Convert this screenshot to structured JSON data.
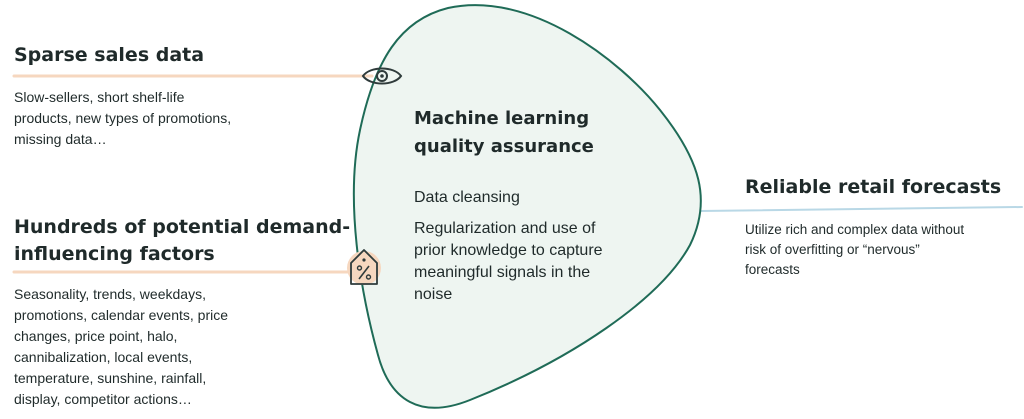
{
  "colors": {
    "blob_fill": "#eef5f1",
    "blob_stroke": "#1f6b57",
    "left_connector": "#f6d7bf",
    "right_connector": "#b9d8e6",
    "icon_bg": "#f6d7bf",
    "icon_stroke": "#2f3b3b",
    "text": "#1f2a2a"
  },
  "icons": [
    "eye-icon",
    "percent-tag-icon"
  ],
  "left_top": {
    "heading": "Sparse sales data",
    "lines": [
      "Slow-sellers, short shelf-life",
      "products,  new types of promotions,",
      "missing data…"
    ]
  },
  "left_bottom": {
    "heading_lines": [
      "Hundreds of potential demand-",
      "influencing factors"
    ],
    "lines": [
      "Seasonality, trends, weekdays,",
      "promotions, calendar events, price",
      "changes, price point, halo,",
      "cannibalization, local events,",
      "temperature, sunshine, rainfall,",
      "display, competitor actions…"
    ]
  },
  "center": {
    "title_lines": [
      "Machine learning",
      "quality assurance"
    ],
    "item1": "Data cleansing",
    "item2_lines": [
      "Regularization and use of",
      "prior knowledge to capture",
      "meaningful signals in the",
      "noise"
    ]
  },
  "right": {
    "heading": "Reliable retail forecasts",
    "lines": [
      "Utilize rich and complex data without",
      "risk of overfitting or “nervous”",
      "forecasts"
    ]
  }
}
